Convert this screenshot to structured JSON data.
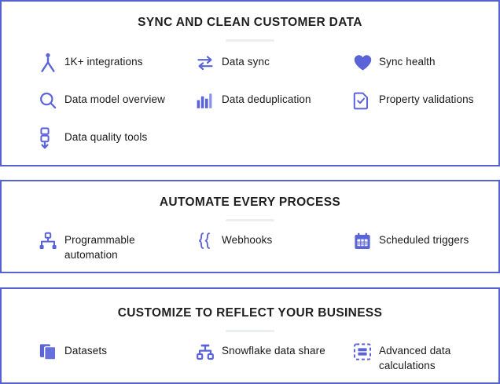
{
  "theme": {
    "accent": "#5661d4",
    "icon_color": "#5a63d8",
    "text_color": "#18181b",
    "rule_color": "#eceef2",
    "background": "#ffffff"
  },
  "panels": [
    {
      "id": "sync-and-clean-customer-data",
      "title": "SYNC AND CLEAN CUSTOMER DATA",
      "features": [
        {
          "label": "1K+ integrations",
          "icon": "integrations-person-icon"
        },
        {
          "label": "Data sync",
          "icon": "arrows-exchange-icon"
        },
        {
          "label": "Sync health",
          "icon": "heart-icon"
        },
        {
          "label": "Data model overview",
          "icon": "magnifier-icon"
        },
        {
          "label": "Data deduplication",
          "icon": "bar-chart-icon"
        },
        {
          "label": "Property validations",
          "icon": "document-check-icon"
        },
        {
          "label": "Data quality tools",
          "icon": "filter-funnel-icon"
        }
      ]
    },
    {
      "id": "automate-every-process",
      "title": "AUTOMATE EVERY PROCESS",
      "features": [
        {
          "label": "Programmable automation",
          "icon": "node-tree-icon"
        },
        {
          "label": "Webhooks",
          "icon": "curly-braces-icon"
        },
        {
          "label": "Scheduled triggers",
          "icon": "calendar-icon"
        }
      ]
    },
    {
      "id": "customize-to-reflect-your-business",
      "title": "CUSTOMIZE TO REFLECT YOUR BUSINESS",
      "features": [
        {
          "label": "Datasets",
          "icon": "stacked-cards-icon"
        },
        {
          "label": "Snowflake data share",
          "icon": "hierarchy-icon"
        },
        {
          "label": "Advanced data calculations",
          "icon": "dashed-frame-bars-icon"
        }
      ]
    }
  ]
}
